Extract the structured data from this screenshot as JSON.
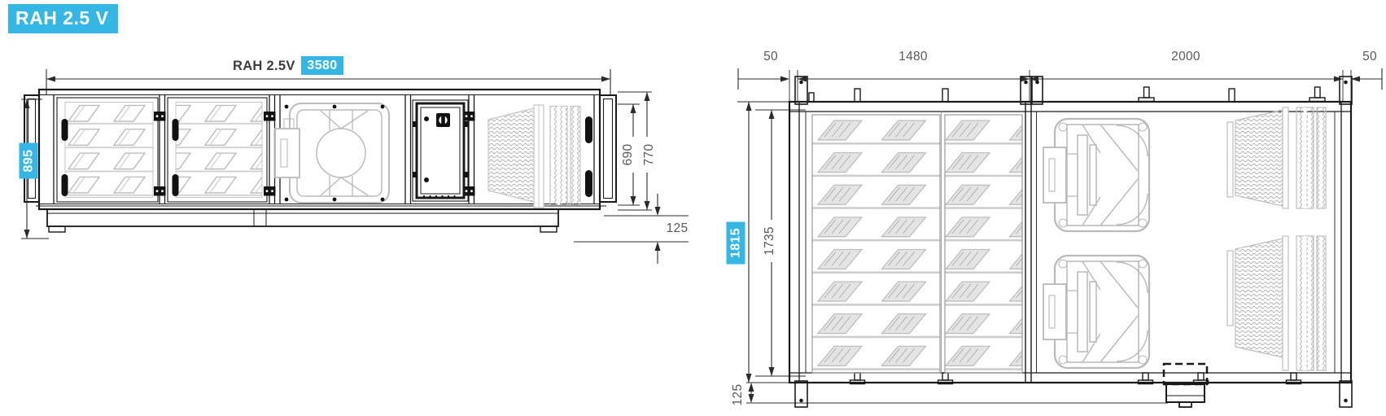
{
  "title_badge": "RAH 2.5 V",
  "colors": {
    "accent": "#35B7E5",
    "dim_text": "#58595B",
    "line": "#1A1A1A",
    "light": "#BCBCBC"
  },
  "side_view": {
    "model_label": "RAH 2.5V",
    "length": "3580",
    "height": "895",
    "inner_height": "690",
    "frame_height": "770",
    "base_height": "125"
  },
  "plan_view": {
    "left_offset": "50",
    "filter_section_length": "1480",
    "fan_section_length": "2000",
    "right_offset": "50",
    "width": "1815",
    "inner_width": "1735",
    "duct_depth": "125"
  }
}
